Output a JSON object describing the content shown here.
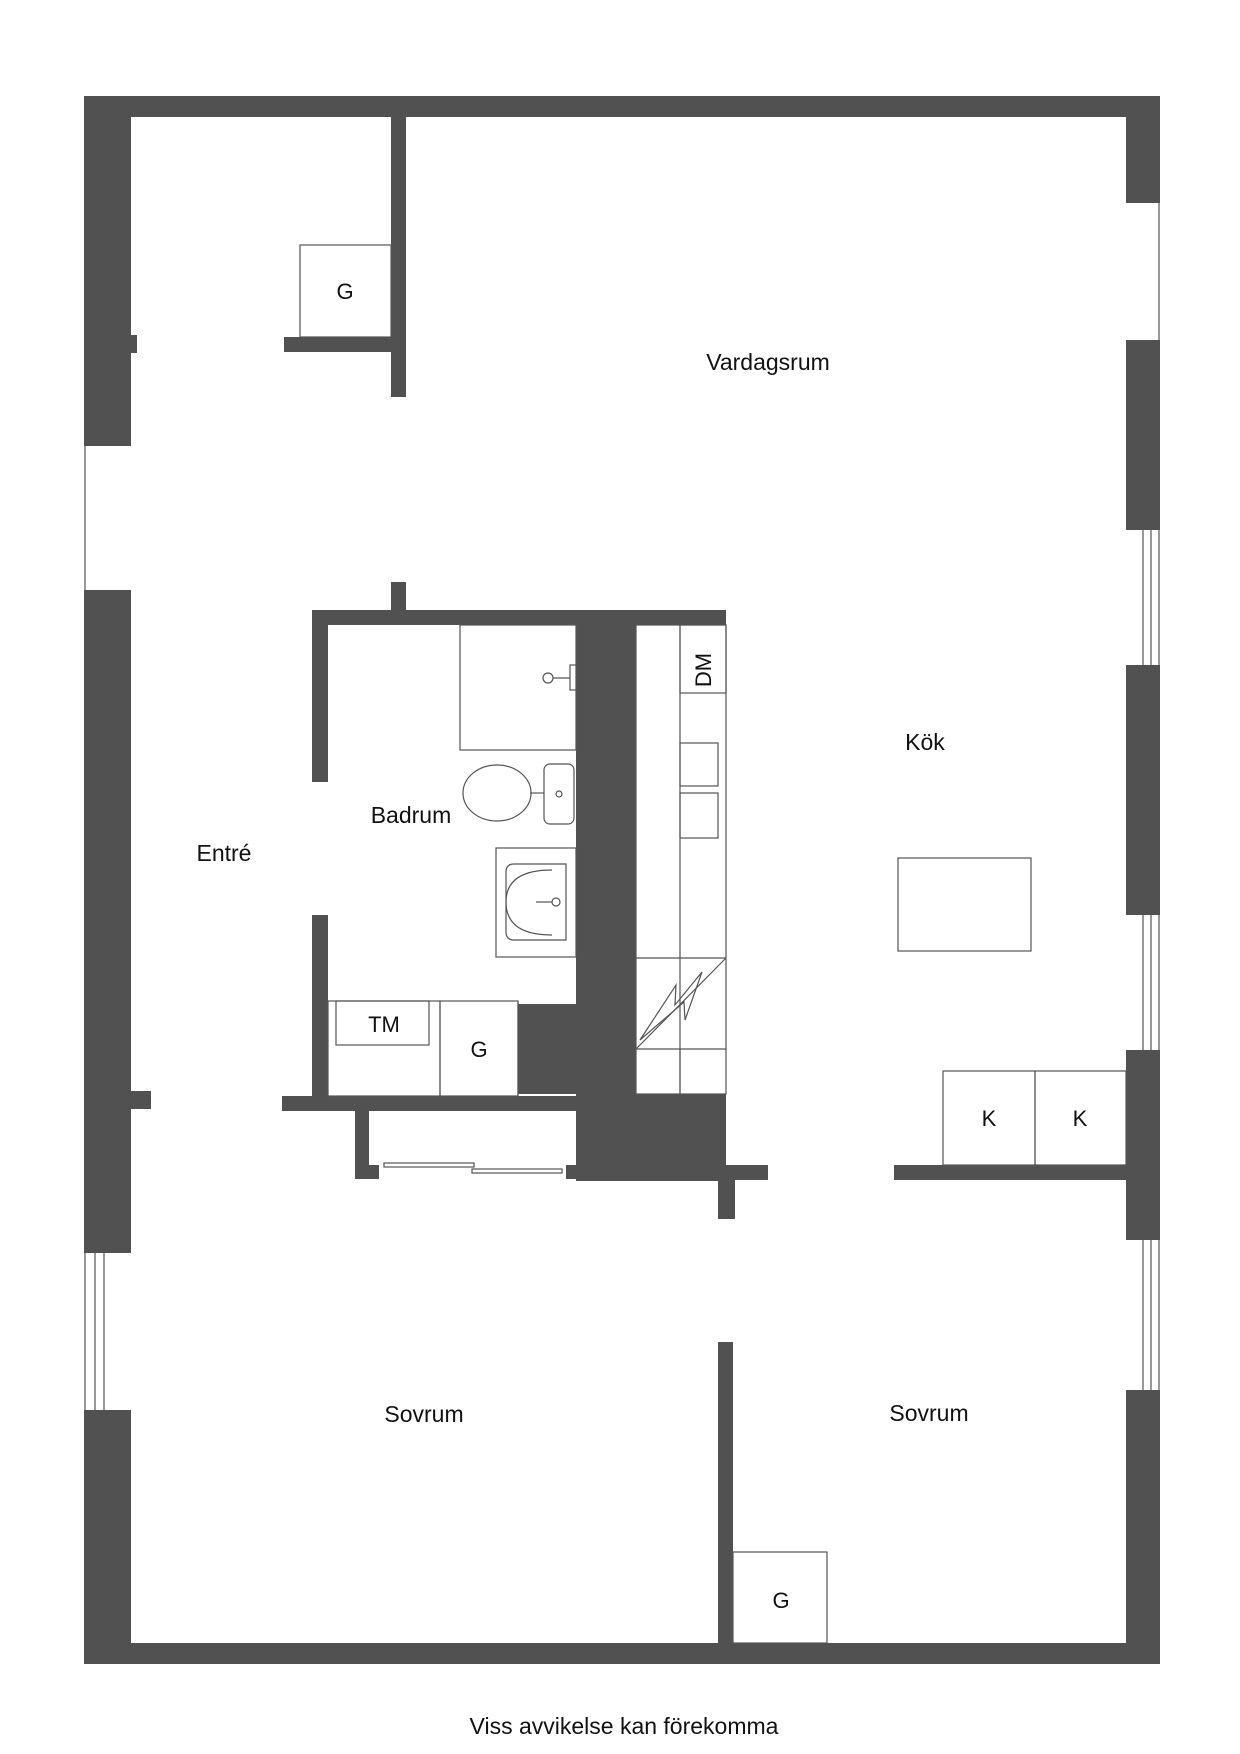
{
  "rooms": {
    "vardagsrum": "Vardagsrum",
    "kok": "Kök",
    "entre": "Entré",
    "badrum": "Badrum",
    "sovrum_left": "Sovrum",
    "sovrum_right": "Sovrum"
  },
  "fixtures": {
    "closet_entry": "G",
    "closet_bath": "G",
    "closet_bedroom": "G",
    "washer": "TM",
    "dishwasher": "DM",
    "fridge_1": "K",
    "fridge_2": "K"
  },
  "footer": "Viss avvikelse kan förekomma"
}
